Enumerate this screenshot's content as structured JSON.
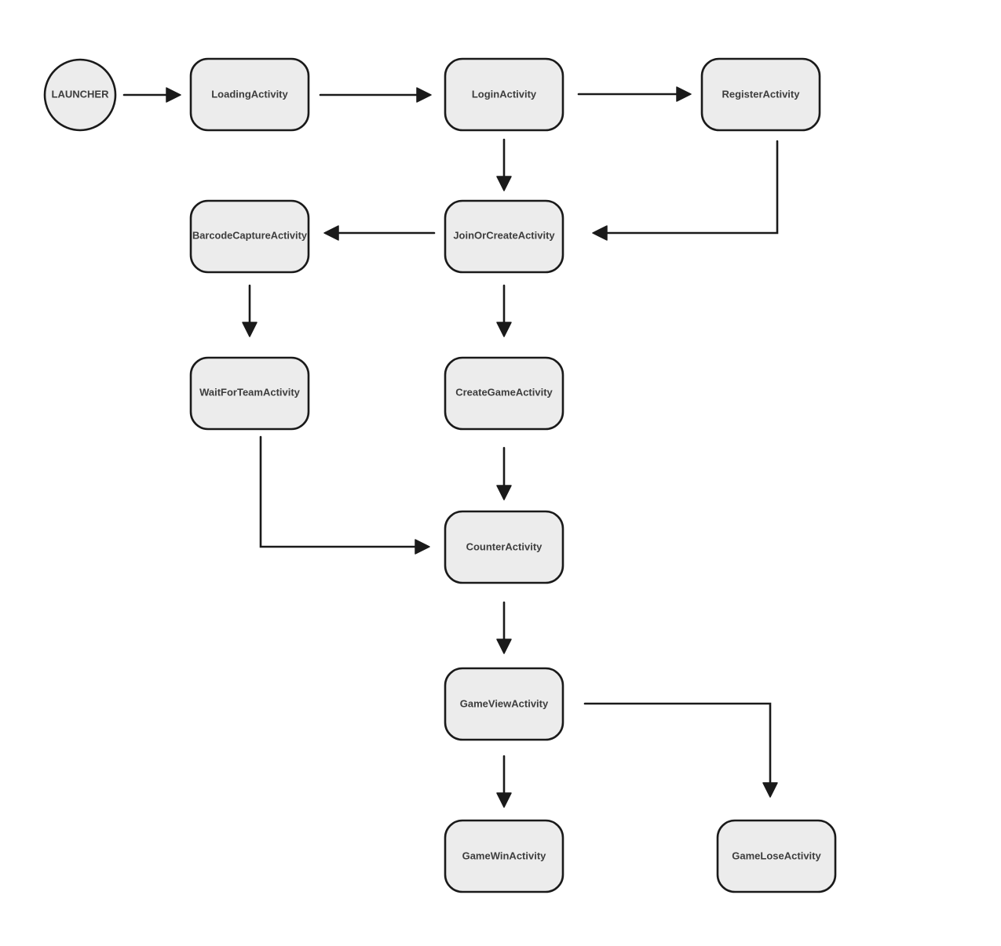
{
  "diagram": {
    "colors": {
      "node_fill": "#ececec",
      "stroke": "#1a1a1a",
      "text": "#3d3d3d"
    },
    "nodes": {
      "launcher": "LAUNCHER",
      "loading": "LoadingActivity",
      "login": "LoginActivity",
      "register": "RegisterActivity",
      "barcode": "BarcodeCaptureActivity",
      "join": "JoinOrCreateActivity",
      "wait": "WaitForTeamActivity",
      "create": "CreateGameActivity",
      "counter": "CounterActivity",
      "gameview": "GameViewActivity",
      "win": "GameWinActivity",
      "lose": "GameLoseActivity"
    },
    "edges": [
      {
        "from": "launcher",
        "to": "loading"
      },
      {
        "from": "loading",
        "to": "login"
      },
      {
        "from": "login",
        "to": "register"
      },
      {
        "from": "login",
        "to": "join"
      },
      {
        "from": "register",
        "to": "join"
      },
      {
        "from": "join",
        "to": "barcode"
      },
      {
        "from": "barcode",
        "to": "wait"
      },
      {
        "from": "join",
        "to": "create"
      },
      {
        "from": "create",
        "to": "counter"
      },
      {
        "from": "wait",
        "to": "counter"
      },
      {
        "from": "counter",
        "to": "gameview"
      },
      {
        "from": "gameview",
        "to": "win"
      },
      {
        "from": "gameview",
        "to": "lose"
      }
    ]
  }
}
